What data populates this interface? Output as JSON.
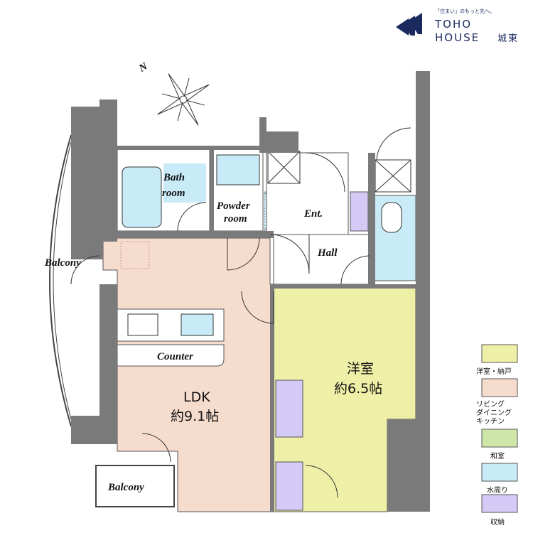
{
  "logo": {
    "tagline": "「住まい」のもっと先へ。",
    "line1": "TOHO",
    "line2": "HOUSE",
    "branch": "城東"
  },
  "compass": {
    "label": "N"
  },
  "rooms": {
    "bath": [
      "Bath",
      "room"
    ],
    "powder": [
      "Powder",
      "room"
    ],
    "entrance": "Ent.",
    "hall": "Hall",
    "balcony_left": "Balcony",
    "balcony_bottom": "Balcony",
    "counter": "Counter",
    "ldk": {
      "name": "LDK",
      "size": "約9.1帖"
    },
    "western": {
      "name": "洋室",
      "size": "約6.5帖"
    }
  },
  "legend": [
    {
      "label": "洋室・納戸",
      "color": "#eff0a8"
    },
    {
      "label": "リビング\nダイニング\nキッチン",
      "lines": [
        "リビング",
        "ダイニング",
        "キッチン"
      ],
      "color": "#f6dccd"
    },
    {
      "label": "和室",
      "color": "#cfe6a9"
    },
    {
      "label": "水周り",
      "color": "#c9ebf8"
    },
    {
      "label": "収納",
      "color": "#d5c9f5"
    }
  ]
}
